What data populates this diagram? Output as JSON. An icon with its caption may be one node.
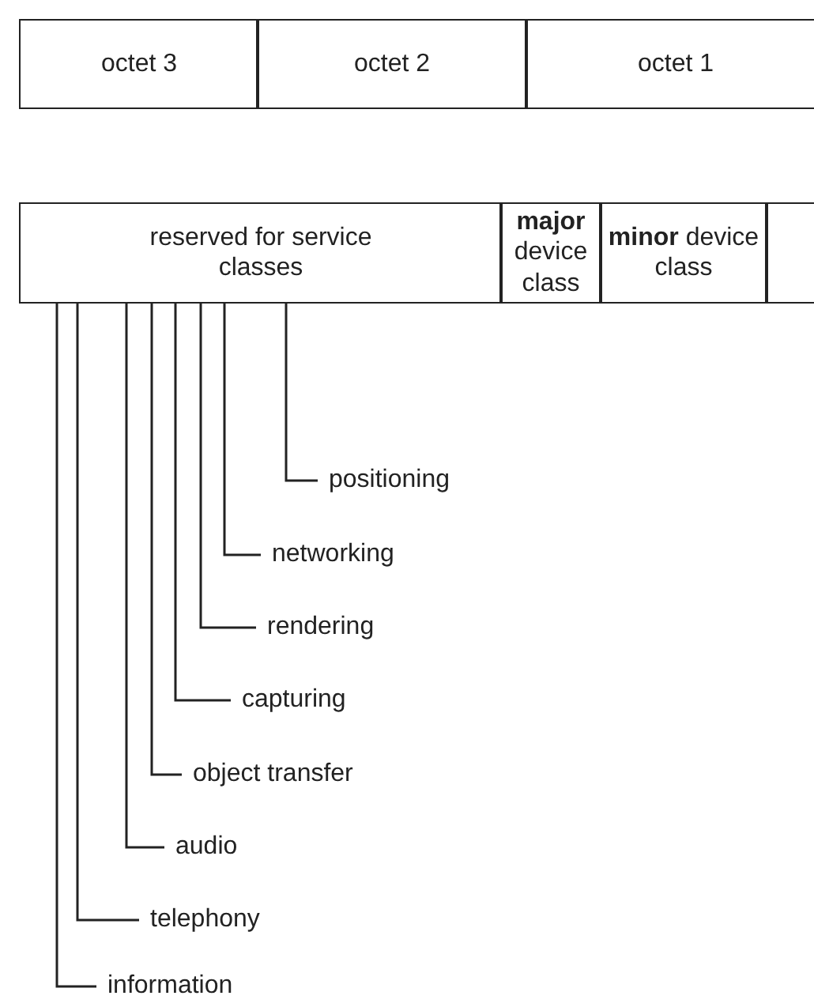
{
  "diagram": {
    "nodes": [
      {
        "text": [
          "octet 3"
        ]
      },
      {
        "text": [
          "octet 2"
        ]
      },
      {
        "text": [
          "octet 1"
        ]
      },
      {
        "text": [
          "reserved for service classes"
        ]
      },
      {
        "text": [
          "**major** device class"
        ]
      },
      {
        "text": [
          "**minor** device class"
        ]
      },
      {
        "text": [],
        "shape": "box"
      },
      {
        "text": [
          "positioning"
        ]
      },
      {
        "text": [
          "networking"
        ]
      },
      {
        "text": [
          "rendering"
        ]
      },
      {
        "text": [
          "capturing"
        ]
      },
      {
        "text": [
          "object transfer"
        ]
      },
      {
        "text": [
          "audio"
        ]
      },
      {
        "text": [
          "telephony"
        ]
      },
      {
        "text": [
          "information"
        ]
      }
    ],
    "edges": [
      {
        "from": 7,
        "to": 3,
        "arrow": "none"
      },
      {
        "from": 8,
        "to": 3,
        "arrow": "none"
      },
      {
        "from": 9,
        "to": 3,
        "arrow": "none"
      },
      {
        "from": 10,
        "to": 3,
        "arrow": "none"
      },
      {
        "from": 11,
        "to": 3,
        "arrow": "none"
      },
      {
        "from": 12,
        "to": 3,
        "arrow": "none"
      },
      {
        "from": 13,
        "to": 3,
        "arrow": "none"
      },
      {
        "from": 14,
        "to": 3,
        "arrow": "none"
      }
    ]
  }
}
